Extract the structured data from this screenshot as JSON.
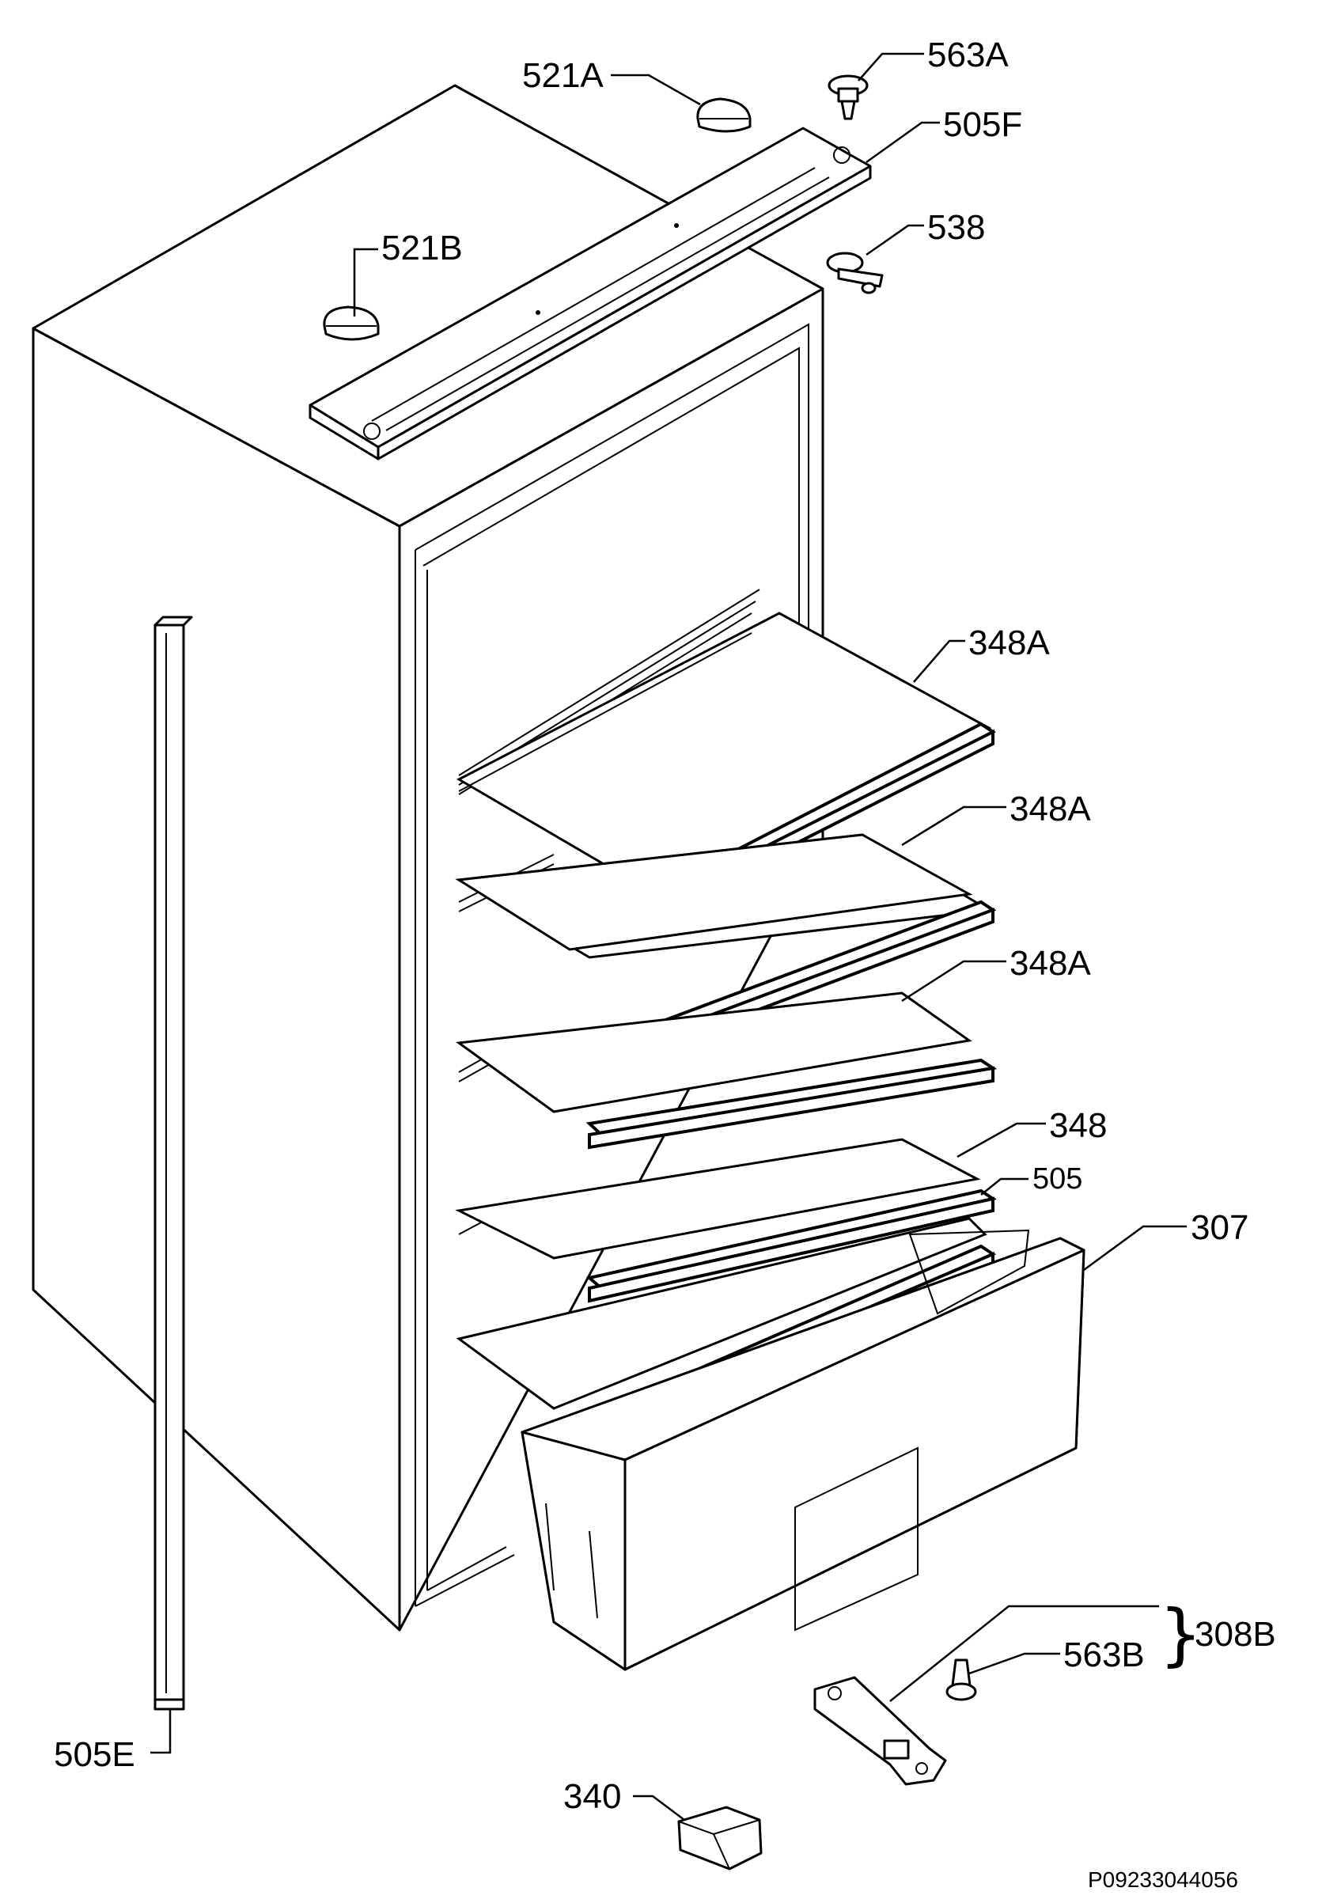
{
  "diagram": {
    "labels": {
      "p521a": "521A",
      "p563a": "563A",
      "p505f": "505F",
      "p538": "538",
      "p521b": "521B",
      "p348a_1": "348A",
      "p348a_2": "348A",
      "p348a_3": "348A",
      "p348": "348",
      "p505": "505",
      "p307": "307",
      "p308b": "308B",
      "p563b": "563B",
      "p505e": "505E",
      "p340": "340"
    },
    "drawing_code": "P09233044056"
  }
}
